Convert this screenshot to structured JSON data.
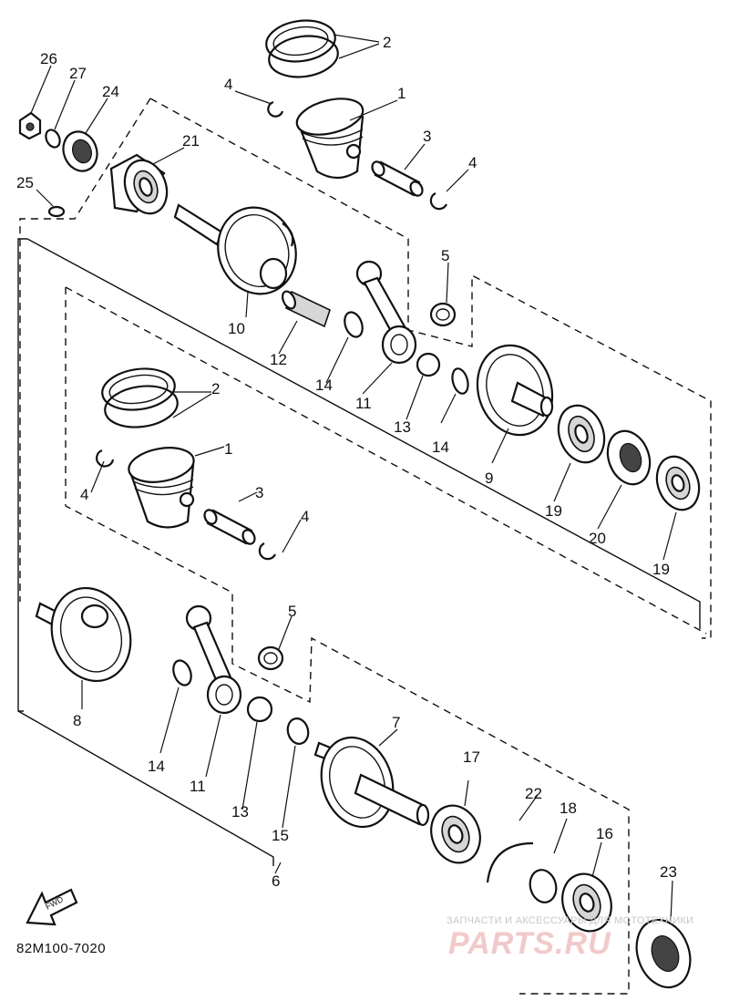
{
  "diagram": {
    "code": "82M100-7020",
    "fwd_label": "FWD",
    "watermark_tagline": "ЗАПЧАСТИ И АКСЕССУАРЫ ДЛЯ МОТОТЕХНИКИ",
    "watermark_logo": "PARTS.RU",
    "callouts": [
      {
        "id": "c-2-top",
        "label": "2"
      },
      {
        "id": "c-4-top-a",
        "label": "4"
      },
      {
        "id": "c-1-top",
        "label": "1"
      },
      {
        "id": "c-3-top",
        "label": "3"
      },
      {
        "id": "c-4-top-b",
        "label": "4"
      },
      {
        "id": "c-26",
        "label": "26"
      },
      {
        "id": "c-27",
        "label": "27"
      },
      {
        "id": "c-24",
        "label": "24"
      },
      {
        "id": "c-21",
        "label": "21"
      },
      {
        "id": "c-25",
        "label": "25"
      },
      {
        "id": "c-10",
        "label": "10"
      },
      {
        "id": "c-12",
        "label": "12"
      },
      {
        "id": "c-5-top",
        "label": "5"
      },
      {
        "id": "c-14-a",
        "label": "14"
      },
      {
        "id": "c-11-top",
        "label": "11"
      },
      {
        "id": "c-13-top",
        "label": "13"
      },
      {
        "id": "c-14-b",
        "label": "14"
      },
      {
        "id": "c-9",
        "label": "9"
      },
      {
        "id": "c-19-a",
        "label": "19"
      },
      {
        "id": "c-20",
        "label": "20"
      },
      {
        "id": "c-19-b",
        "label": "19"
      },
      {
        "id": "c-2-mid",
        "label": "2"
      },
      {
        "id": "c-1-mid",
        "label": "1"
      },
      {
        "id": "c-4-mid-a",
        "label": "4"
      },
      {
        "id": "c-3-mid",
        "label": "3"
      },
      {
        "id": "c-4-mid-b",
        "label": "4"
      },
      {
        "id": "c-5-mid",
        "label": "5"
      },
      {
        "id": "c-8",
        "label": "8"
      },
      {
        "id": "c-14-c",
        "label": "14"
      },
      {
        "id": "c-11-mid",
        "label": "11"
      },
      {
        "id": "c-13-mid",
        "label": "13"
      },
      {
        "id": "c-15",
        "label": "15"
      },
      {
        "id": "c-7",
        "label": "7"
      },
      {
        "id": "c-17",
        "label": "17"
      },
      {
        "id": "c-22",
        "label": "22"
      },
      {
        "id": "c-18",
        "label": "18"
      },
      {
        "id": "c-16",
        "label": "16"
      },
      {
        "id": "c-23",
        "label": "23"
      },
      {
        "id": "c-6",
        "label": "6"
      }
    ]
  }
}
